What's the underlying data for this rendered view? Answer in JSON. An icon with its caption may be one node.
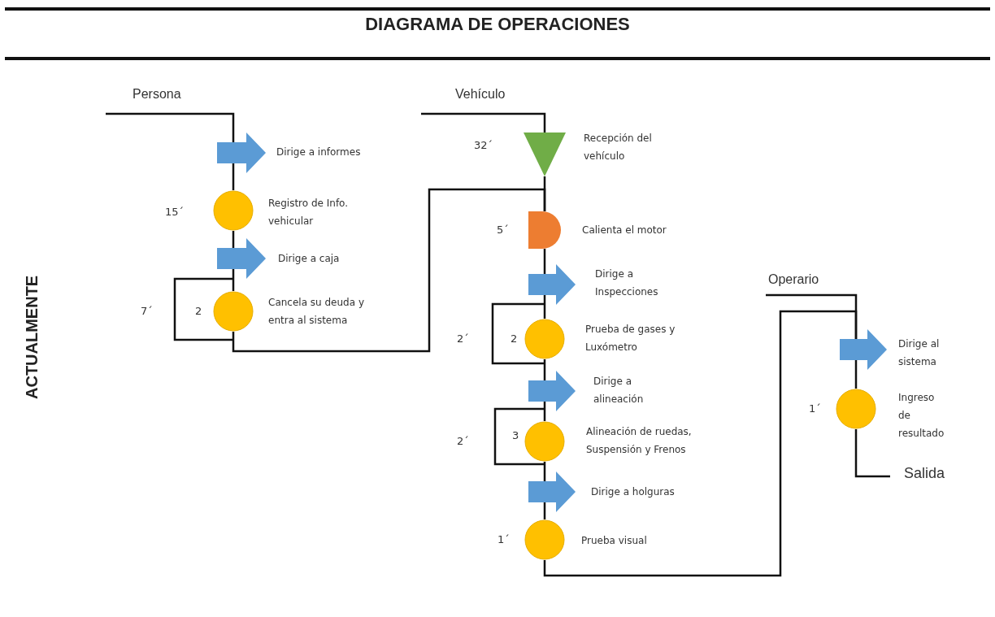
{
  "diagram": {
    "title": "DIAGRAMA DE OPERACIONES",
    "nodes": [
      {
        "text": [
          "Persona"
        ]
      },
      {
        "text": [],
        "shape": "arrow",
        "beside": [
          "Dirige a informes"
        ]
      },
      {
        "text": [],
        "shape": "circle",
        "beside": [
          "15´",
          "Registro de Info. vehicular"
        ]
      },
      {
        "text": [],
        "shape": "arrow",
        "beside": [
          "Dirige a caja"
        ]
      },
      {
        "text": [],
        "shape": "circle",
        "beside": [
          "2",
          "Cancela su deuda y entra al sistema"
        ]
      },
      {
        "text": [
          "Vehículo"
        ]
      },
      {
        "text": [],
        "shape": "triangle",
        "beside": [
          "32´",
          "Recepción del vehículo"
        ]
      },
      {
        "text": [],
        "shape": "semicircle",
        "beside": [
          "5´",
          "Calienta el motor"
        ]
      },
      {
        "text": [],
        "shape": "arrow",
        "beside": [
          "Dirige a Inspecciones"
        ]
      },
      {
        "text": [],
        "shape": "circle",
        "beside": [
          "2",
          "Prueba de gases y Luxómetro"
        ]
      },
      {
        "text": [],
        "shape": "arrow",
        "beside": [
          "Dirige a alineación"
        ]
      },
      {
        "text": [],
        "shape": "circle",
        "beside": [
          "3",
          "Alineación de ruedas, Suspensión y Frenos"
        ]
      },
      {
        "text": [],
        "shape": "arrow",
        "beside": [
          "Dirige a holguras"
        ]
      },
      {
        "text": [],
        "shape": "circle",
        "beside": [
          "1´",
          "Prueba visual"
        ]
      },
      {
        "text": [
          "Operario"
        ]
      },
      {
        "text": [],
        "shape": "arrow",
        "beside": [
          "Dirige al sistema"
        ]
      },
      {
        "text": [],
        "shape": "circle",
        "beside": [
          "1´",
          "Ingreso de resultado"
        ]
      },
      {
        "text": [
          "Salida"
        ]
      }
    ],
    "edges": [
      {
        "from": 0,
        "to": 1,
        "arrow": "none"
      },
      {
        "from": 1,
        "to": 2,
        "arrow": "none"
      },
      {
        "from": 2,
        "to": 3,
        "arrow": "none"
      },
      {
        "from": 3,
        "to": 4,
        "arrow": "none"
      },
      {
        "from": 4,
        "to": 7,
        "arrow": "none"
      },
      {
        "from": 5,
        "to": 6,
        "arrow": "none"
      },
      {
        "from": 6,
        "to": 7,
        "arrow": "none"
      },
      {
        "from": 7,
        "to": 8,
        "arrow": "none"
      },
      {
        "from": 8,
        "to": 9,
        "arrow": "none"
      },
      {
        "from": 9,
        "to": 10,
        "arrow": "none"
      },
      {
        "from": 10,
        "to": 11,
        "arrow": "none"
      },
      {
        "from": 11,
        "to": 12,
        "arrow": "none"
      },
      {
        "from": 12,
        "to": 13,
        "arrow": "none"
      },
      {
        "from": 13,
        "to": 15,
        "arrow": "none"
      },
      {
        "from": 14,
        "to": 15,
        "arrow": "none"
      },
      {
        "from": 15,
        "to": 16,
        "arrow": "none"
      },
      {
        "from": 16,
        "to": 17,
        "arrow": "none"
      }
    ],
    "labels": [
      "7´",
      "ACTUALMENTE",
      "2´",
      "2´"
    ]
  }
}
